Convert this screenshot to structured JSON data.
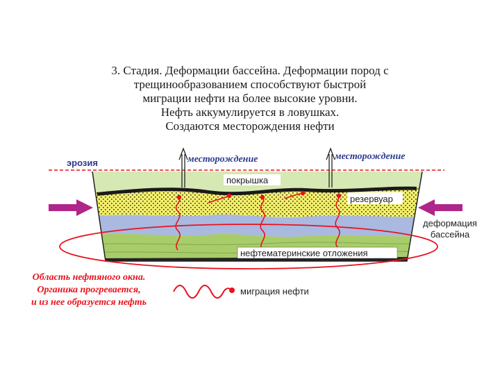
{
  "title_lines": [
    "3. Стадия. Деформации бассейна. Деформации пород с",
    "трещинообразованием способствуют быстрой",
    "миграции нефти на более высокие уровни.",
    "Нефть аккумулируется в ловушках.",
    "Создаются месторождения нефти"
  ],
  "labels": {
    "erosion": "эрозия",
    "deposit_left": "месторождение",
    "deposit_right": "месторождение",
    "cap_rock": "покрышка",
    "reservoir": "резервуар",
    "deformation": [
      "деформация",
      "бассейна"
    ],
    "source_rocks": "нефтематеринские отложения",
    "oil_window": [
      "Область нефтяного окна.",
      "Органика прогревается,",
      "и из нее образуется нефть"
    ],
    "migration": "миграция нефти"
  },
  "colors": {
    "erosion_line": "#e8121c",
    "deposit_text": "#2b3a8f",
    "arrow": "#b0258a",
    "migration": "#e8121c",
    "upper_green": "#d6e8b4",
    "reservoir": "#f3ef6a",
    "blue_layer": "#a9b9e0",
    "source_layer": "#a9cc6b",
    "oil": "#1a1a1a",
    "oil_window_text": "#e8121c"
  },
  "icons": [
    "arrow-right-icon",
    "arrow-left-icon",
    "derrick-icon",
    "wave-icon"
  ]
}
